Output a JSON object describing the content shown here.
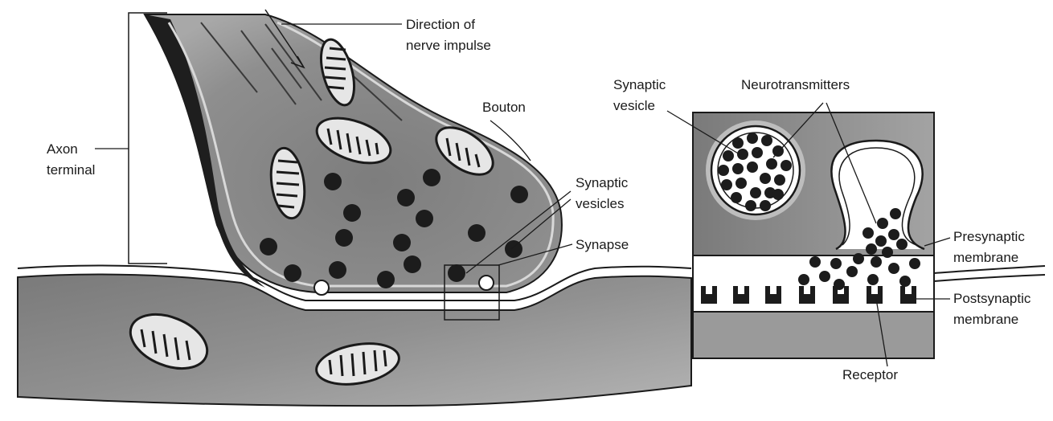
{
  "labels": {
    "direction_line1": "Direction of",
    "direction_line2": "nerve impulse",
    "axon_line1": "Axon",
    "axon_line2": "terminal",
    "bouton": "Bouton",
    "synaptic_vesicles_line1": "Synaptic",
    "synaptic_vesicles_line2": "vesicles",
    "synapse": "Synapse",
    "synaptic_vesicle_line1": "Synaptic",
    "synaptic_vesicle_line2": "vesicle",
    "neurotransmitters": "Neurotransmitters",
    "presynaptic_line1": "Presynaptic",
    "presynaptic_line2": "membrane",
    "postsynaptic_line1": "Postsynaptic",
    "postsynaptic_line2": "membrane",
    "receptor": "Receptor"
  },
  "colors": {
    "background": "#ffffff",
    "cytoplasm": "#8f8f8f",
    "cytoplasm_dark": "#5e5e5e",
    "membrane": "#ffffff",
    "outline": "#1a1a1a",
    "vesicle": "#1c1c1c"
  }
}
